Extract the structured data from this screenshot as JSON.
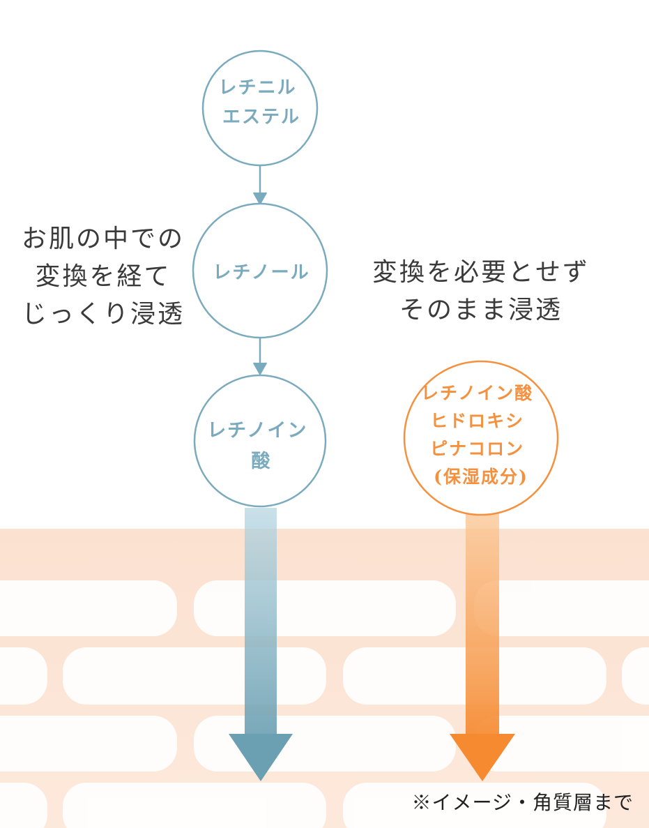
{
  "nodes": {
    "retinyl_ester": {
      "lines": [
        "レチニル",
        "エステル"
      ]
    },
    "retinol": {
      "lines": [
        "レチノール"
      ]
    },
    "retinoic_acid": {
      "lines": [
        "レチノイン",
        "酸"
      ]
    },
    "hpr": {
      "lines": [
        "レチノイン酸",
        "ヒドロキシ",
        "ピナコロン",
        "(保湿成分)"
      ]
    }
  },
  "captions": {
    "left": [
      "お肌の中での",
      "変換を経て",
      "じっくり浸透"
    ],
    "right": [
      "変換を必要とせず",
      "そのまま浸透"
    ]
  },
  "footnote": "※イメージ・角質層まで",
  "colors": {
    "blue": "#7aaabd",
    "orange": "#f5913e",
    "skin": "#fbe1d0",
    "text": "#3a3a3a"
  }
}
